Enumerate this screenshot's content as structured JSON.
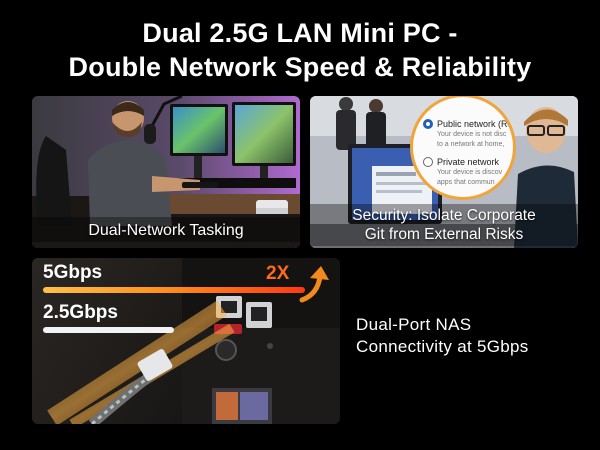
{
  "headline": {
    "line1": "Dual 2.5G LAN Mini PC -",
    "line2": "Double Network Speed & Reliability"
  },
  "panels": {
    "left_caption": "Dual-Network Tasking",
    "right_caption_line1": "Security: Isolate Corporate",
    "right_caption_line2": "Git from External Risks",
    "dialog": {
      "option1_title": "Public network (Re",
      "option1_desc1": "Your device is not disc",
      "option1_desc2": "to a network at home,",
      "option2_title": "Private network",
      "option2_desc1": "Your device is discov",
      "option2_desc2": "apps that commun"
    }
  },
  "speed": {
    "fast_label": "5Gbps",
    "slow_label": "2.5Gbps",
    "multiplier": "2X",
    "fast_fraction": 1.0,
    "slow_fraction": 0.5
  },
  "nas_text": {
    "line1": "Dual-Port NAS",
    "line2": "Connectivity at 5Gbps"
  },
  "colors": {
    "background": "#000000",
    "accent_orange": "#ff6a1a",
    "bar_slow": "#f2f2f2"
  }
}
